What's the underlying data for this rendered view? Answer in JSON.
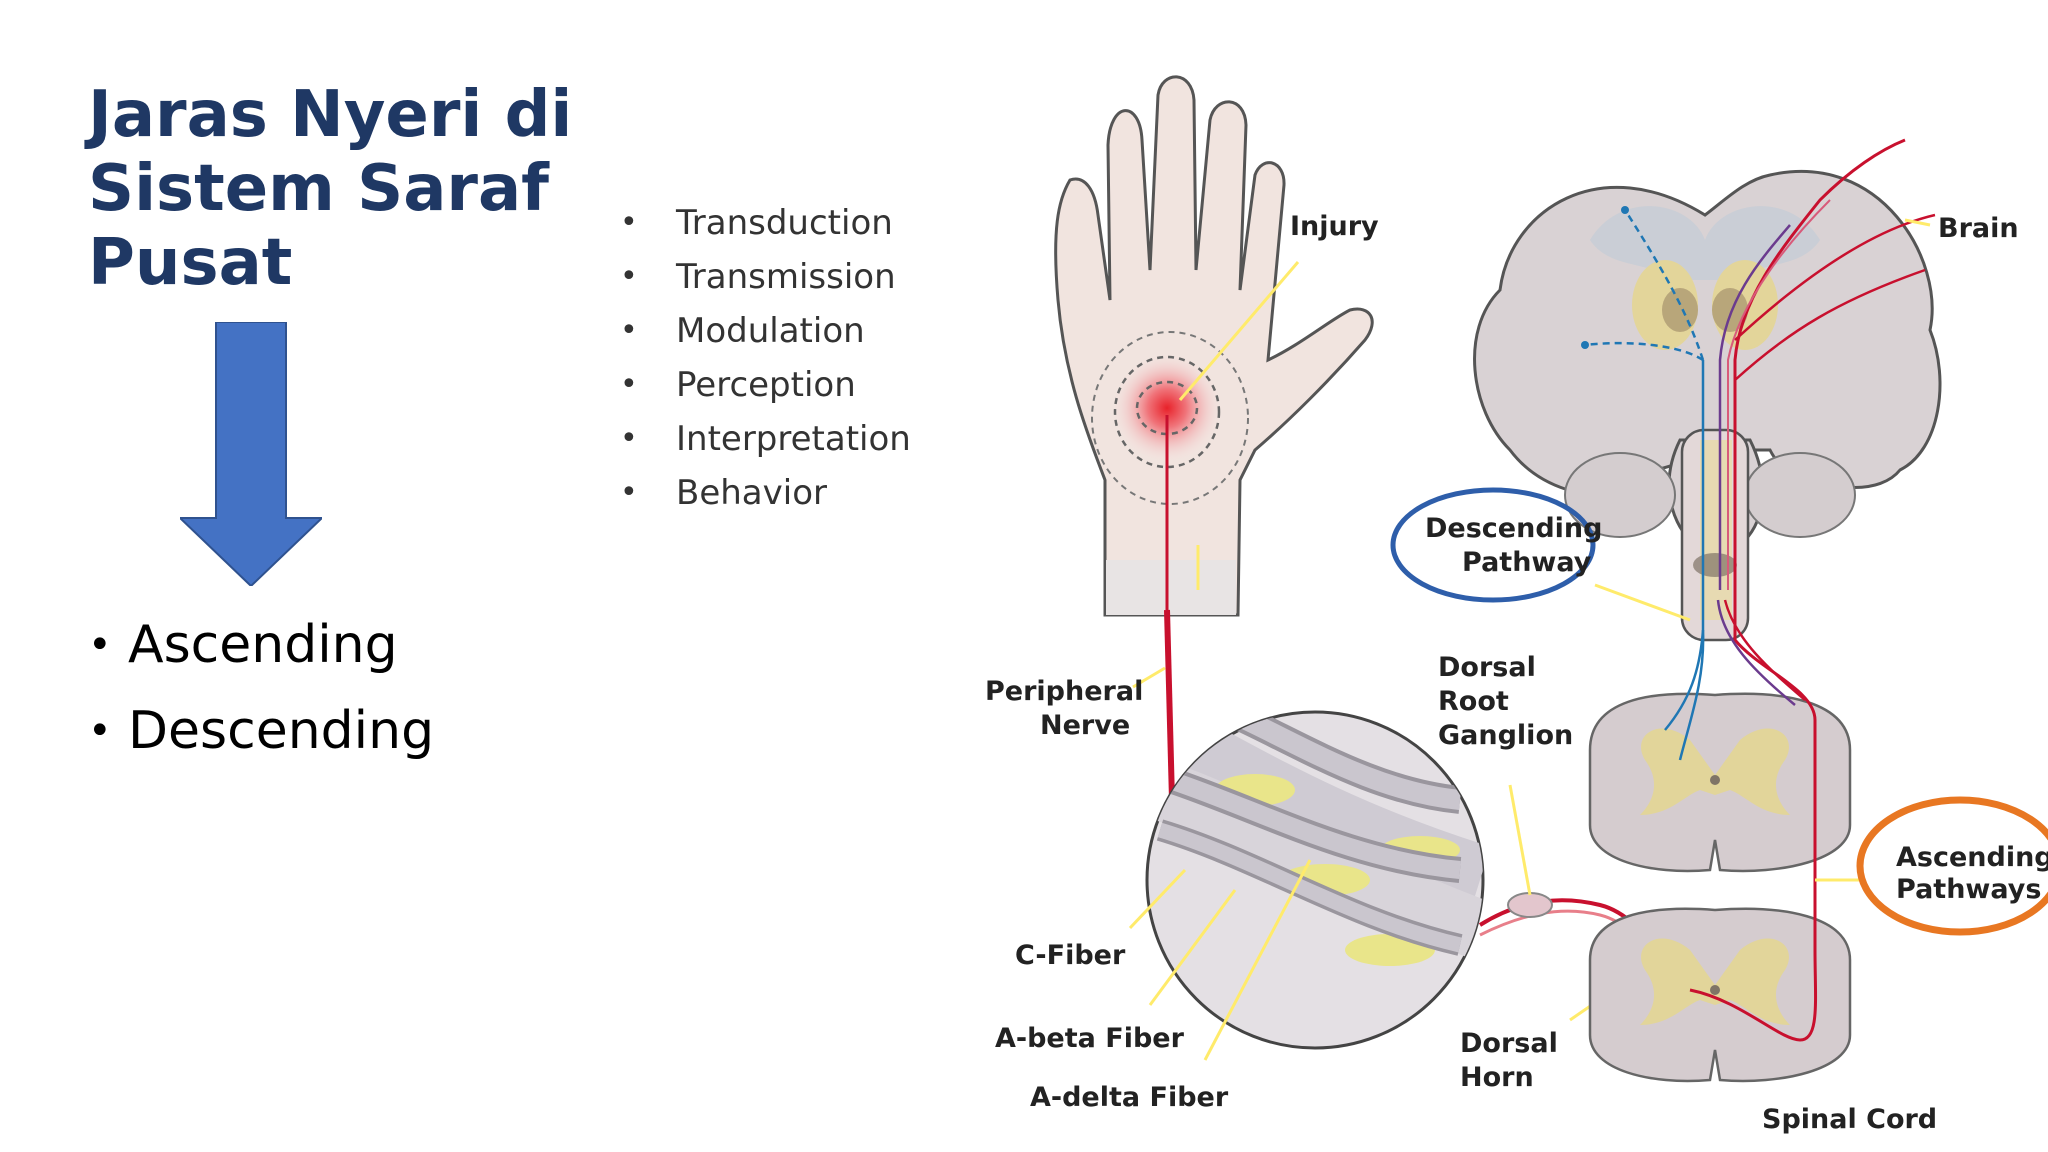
{
  "slide": {
    "title": "Jaras Nyeri di\nSistem Saraf\nPusat",
    "main_bullets": [
      "Ascending",
      "Descending"
    ],
    "stages": [
      "Transduction",
      "Transmission",
      "Modulation",
      "Perception",
      "Interpretation",
      "Behavior"
    ]
  },
  "diagram": {
    "labels": {
      "injury": "Injury",
      "brain": "Brain",
      "descending_1": "Descending",
      "descending_2": "Pathway",
      "peripheral_1": "Peripheral",
      "peripheral_2": "Nerve",
      "drg_1": "Dorsal",
      "drg_2": "Root",
      "drg_3": "Ganglion",
      "ascending_1": "Ascending",
      "ascending_2": "Pathways",
      "c_fiber": "C-Fiber",
      "a_beta": "A-beta Fiber",
      "a_delta": "A-delta Fiber",
      "horn_1": "Dorsal",
      "horn_2": "Horn",
      "spinal_cord": "Spinal Cord"
    }
  },
  "colors": {
    "title": "#1f3864",
    "arrow": "#4472c4",
    "descending_circle": "#2e5eaa",
    "ascending_circle": "#e87722",
    "nerve_red": "#c8102e",
    "descending_blue": "#1f77b4",
    "pointer_yellow": "#ffeb6b"
  }
}
